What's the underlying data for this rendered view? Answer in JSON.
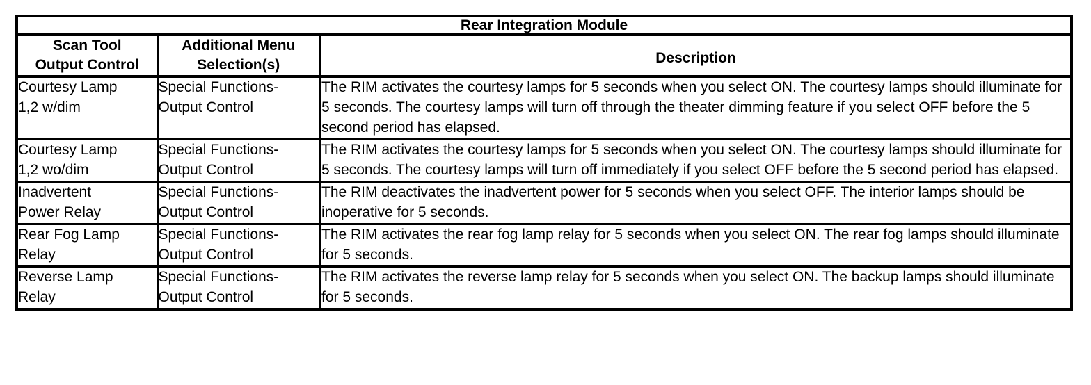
{
  "table": {
    "title": "Rear Integration Module",
    "headers": {
      "col1": "Scan Tool\nOutput Control",
      "col1_line1": "Scan Tool",
      "col1_line2": "Output Control",
      "col2_line1": "Additional Menu",
      "col2_line2": "Selection(s)",
      "col3": "Description"
    },
    "rows": [
      {
        "control_line1": "Courtesy Lamp",
        "control_line2": "1,2 w/dim",
        "menu_line1": "Special Functions-",
        "menu_line2": "Output Control",
        "description": "The RIM activates the courtesy lamps for 5 seconds when you select ON. The courtesy lamps should illuminate for 5 seconds. The courtesy lamps will turn off through the theater dimming feature if you select OFF before the 5 second period has elapsed."
      },
      {
        "control_line1": "Courtesy Lamp",
        "control_line2": "1,2 wo/dim",
        "menu_line1": "Special Functions-",
        "menu_line2": "Output Control",
        "description": "The RIM activates the courtesy lamps for 5 seconds when you select ON. The courtesy lamps should illuminate for 5 seconds. The courtesy lamps will turn off immediately if you select OFF before the 5 second period has elapsed."
      },
      {
        "control_line1": "Inadvertent",
        "control_line2": "Power Relay",
        "menu_line1": "Special Functions-",
        "menu_line2": "Output Control",
        "description": "The RIM deactivates the inadvertent power for 5 seconds when you select OFF. The interior lamps should be inoperative for 5 seconds."
      },
      {
        "control_line1": "Rear Fog Lamp",
        "control_line2": "Relay",
        "menu_line1": "Special Functions-",
        "menu_line2": "Output Control",
        "description": "The RIM activates the rear fog lamp relay for 5 seconds when you select ON. The rear fog lamps should illuminate for 5 seconds."
      },
      {
        "control_line1": "Reverse Lamp",
        "control_line2": "Relay",
        "menu_line1": "Special Functions-",
        "menu_line2": "Output Control",
        "description": "The RIM activates the reverse lamp relay for 5 seconds when you select ON. The backup lamps should illuminate for 5 seconds."
      }
    ]
  }
}
